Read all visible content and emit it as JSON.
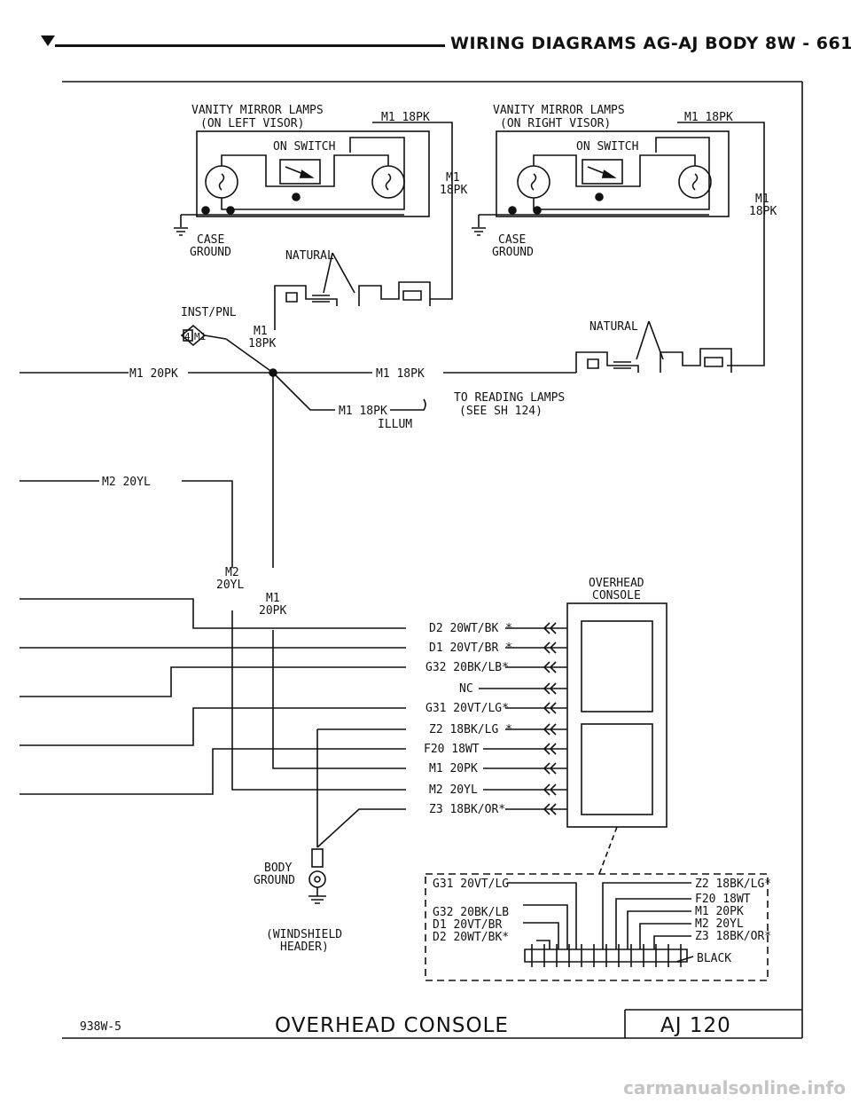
{
  "header": {
    "title": "WIRING DIAGRAMS AG-AJ BODY   8W - 661"
  },
  "vanity_left": {
    "title_line1": "VANITY MIRROR LAMPS",
    "title_line2": "(ON LEFT VISOR)",
    "switch": "ON SWITCH",
    "ground_line1": "CASE",
    "ground_line2": "GROUND"
  },
  "vanity_right": {
    "title_line1": "VANITY MIRROR LAMPS",
    "title_line2": "(ON RIGHT VISOR)",
    "switch": "ON SWITCH",
    "ground_line1": "CASE",
    "ground_line2": "GROUND"
  },
  "connectors": {
    "natural_left": "NATURAL",
    "natural_right": "NATURAL",
    "inst_pnl": "INST/PNL",
    "inst_pnl_pin": "4",
    "inst_pnl_circuit": "M1"
  },
  "wires": {
    "m1_18pk_left_top": "M1 18PK",
    "m1_left_vert_1": "M1",
    "m1_left_vert_2": "18PK",
    "m1_18pk_right_top": "M1 18PK",
    "m1_right_vert_1": "M1",
    "m1_right_vert_2": "18PK",
    "m1_inst_1": "M1",
    "m1_inst_2": "18PK",
    "m1_20pk_main": "M1 20PK",
    "m1_18pk_main": "M1 18PK",
    "m1_18pk_illum": "M1 18PK",
    "illum": "ILLUM",
    "reading_1": "TO READING LAMPS",
    "reading_2": "(SEE SH 124)",
    "m2_20yl_main": "M2 20YL",
    "m2_vert_1": "M2",
    "m2_vert_2": "20YL",
    "m1_vert_1": "M1",
    "m1_vert_2": "20PK"
  },
  "overhead_console": {
    "title_line1": "OVERHEAD",
    "title_line2": "CONSOLE",
    "wires": [
      "D2 20WT/BK *",
      "D1 20VT/BR *",
      "G32 20BK/LB*",
      "NC",
      "G31 20VT/LG*",
      "Z2 18BK/LG *",
      "F20 18WT",
      "M1 20PK",
      "M2 20YL",
      "Z3 18BK/OR*"
    ]
  },
  "body_ground": {
    "line1": "BODY",
    "line2": "GROUND",
    "note_line1": "(WINDSHIELD",
    "note_line2": "HEADER)"
  },
  "connector_pinout": {
    "left": [
      "G31 20VT/LG",
      "G32 20BK/LB",
      "D1 20VT/BR",
      "D2 20WT/BK*"
    ],
    "right": [
      "Z2 18BK/LG*",
      "F20 18WT",
      "M1 20PK",
      "M2 20YL",
      "Z3 18BK/OR*"
    ],
    "color": "BLACK"
  },
  "footer": {
    "code": "938W-5",
    "title": "OVERHEAD CONSOLE",
    "page": "AJ 120"
  },
  "watermark": "carmanualsonline.info"
}
